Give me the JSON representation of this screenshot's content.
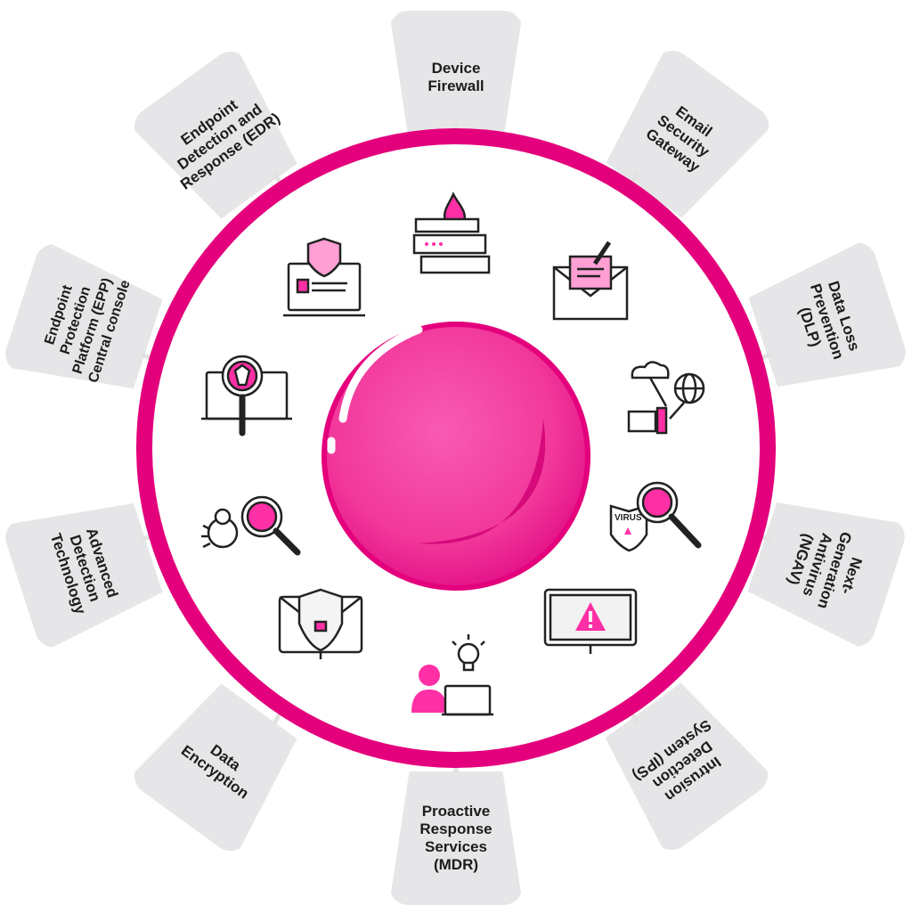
{
  "colors": {
    "ring": "#e4007c",
    "sphere": "#f2399b",
    "sphere_shadow": "#e10c80",
    "tab_fill": "#e6e6e8",
    "tab_text": "#1c1c1c",
    "icon_stroke": "#222222",
    "icon_accent": "#ff2fa5"
  },
  "tabs": [
    {
      "id": "device-firewall",
      "label": "Device\nFirewall"
    },
    {
      "id": "email-security-gateway",
      "label": "Email\nSecurity\nGateway"
    },
    {
      "id": "data-loss-prevention",
      "label": "Data Loss\nPrevention\n(DLP)"
    },
    {
      "id": "next-generation-antivirus",
      "label": "Next-\nGeneration\nAntivirus\n(NGAV)"
    },
    {
      "id": "intrusion-detection-system",
      "label": "Intrusion\nDetection\nSystem (IPS)"
    },
    {
      "id": "proactive-response-services",
      "label": "Proactive\nResponse\nServices\n(MDR)"
    },
    {
      "id": "data-encryption",
      "label": "Data\nEncryption"
    },
    {
      "id": "advanced-detection-technology",
      "label": "Advanced\nDetection\nTechnology"
    },
    {
      "id": "endpoint-protection-platform",
      "label": "Endpoint\nProtection\nPlatform (EPP)\nCentral console"
    },
    {
      "id": "endpoint-detection-response",
      "label": "Endpoint\nDetection and\nResponse (EDR)"
    }
  ],
  "icons": [
    {
      "id": "firewall",
      "name": "firewall-icon"
    },
    {
      "id": "email",
      "name": "email-phishing-icon"
    },
    {
      "id": "network",
      "name": "network-cloud-icon"
    },
    {
      "id": "virus",
      "name": "virus-scan-icon",
      "badge": "VIRUS"
    },
    {
      "id": "alert",
      "name": "alert-monitor-icon"
    },
    {
      "id": "user",
      "name": "user-idea-icon"
    },
    {
      "id": "mail",
      "name": "secure-mail-icon"
    },
    {
      "id": "bug",
      "name": "bug-scan-icon"
    },
    {
      "id": "search",
      "name": "search-laptop-icon"
    },
    {
      "id": "laptop",
      "name": "shield-laptop-icon"
    }
  ]
}
